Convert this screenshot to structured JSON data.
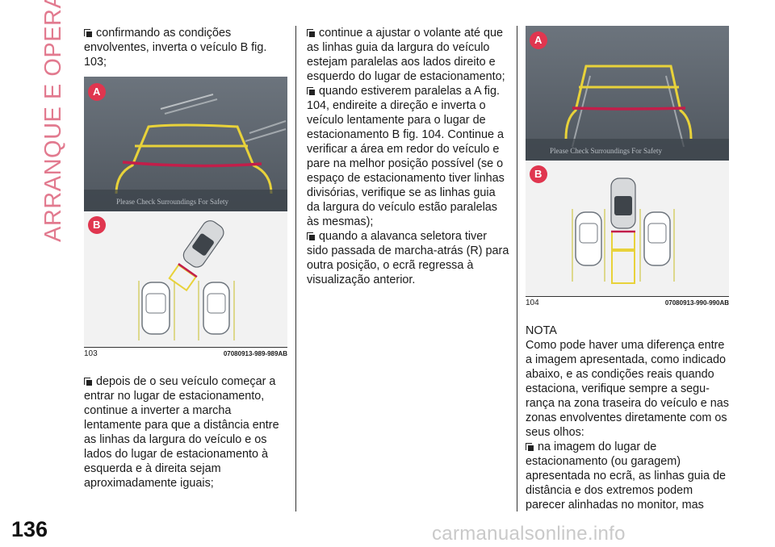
{
  "section_title": "ARRANQUE E OPERAÇÃO",
  "page_number": "136",
  "watermark": "carmanualsonline.info",
  "left_column": {
    "para1": "confirmando as condições envolventes, inverta o veículo B fig. 103;",
    "para2": "depois de o seu veículo começar a entrar no lugar de estacionamento, continue a inverter a marcha lentamente para que a distância entre as linhas da largura do veículo e os lados do lugar de estacionamento à esquerda e à direita sejam aproximadamente iguais;"
  },
  "middle_column": {
    "para1": "continue a ajustar o volante até que as linhas guia da largura do veículo estejam paralelas aos lados direito e esquerdo do lugar de estacionamento;",
    "para2": "quando estiverem paralelas a A fig. 104, endireite a direção e inverta o veículo lentamente para o lugar de estacionamento B fig. 104. Continue a verificar a área em redor do veículo e pare na melhor posição possível (se o espaço de estacionamento tiver linhas divisórias, verifique se as linhas guia da largura do veículo estão paralelas às mesmas);",
    "para3": "quando a alavanca seletora tiver sido passada de marcha-atrás (R) para outra posição, o ecrã regressa à visualização anterior."
  },
  "right_column": {
    "nota_heading": "NOTA",
    "nota_text": "Como pode haver uma diferença entre a imagem apresentada, como indicado abaixo, e as condições reais quando estaciona, verifique sempre a segu- rança na zona traseira do veículo e nas zonas envolventes diretamente com os seus olhos:",
    "bullet1": "na imagem do lugar de estacionamento (ou garagem) apresentada no ecrã, as linhas guia de distância e dos extremos podem parecer alinhadas no monitor, mas"
  },
  "figure_103": {
    "number": "103",
    "code": "07080913-989-989AB",
    "label_a": "A",
    "label_b": "B",
    "screen_text": "Please Check Surroundings For Safety"
  },
  "figure_104": {
    "number": "104",
    "code": "07080913-990-990AB",
    "label_a": "A",
    "label_b": "B",
    "screen_text": "Please Check Surroundings For Safety"
  },
  "colors": {
    "section_title": "#e27a8f",
    "badge": "#e0364f",
    "guide_yellow": "#e8d23a",
    "guide_red": "#c21e4a"
  }
}
